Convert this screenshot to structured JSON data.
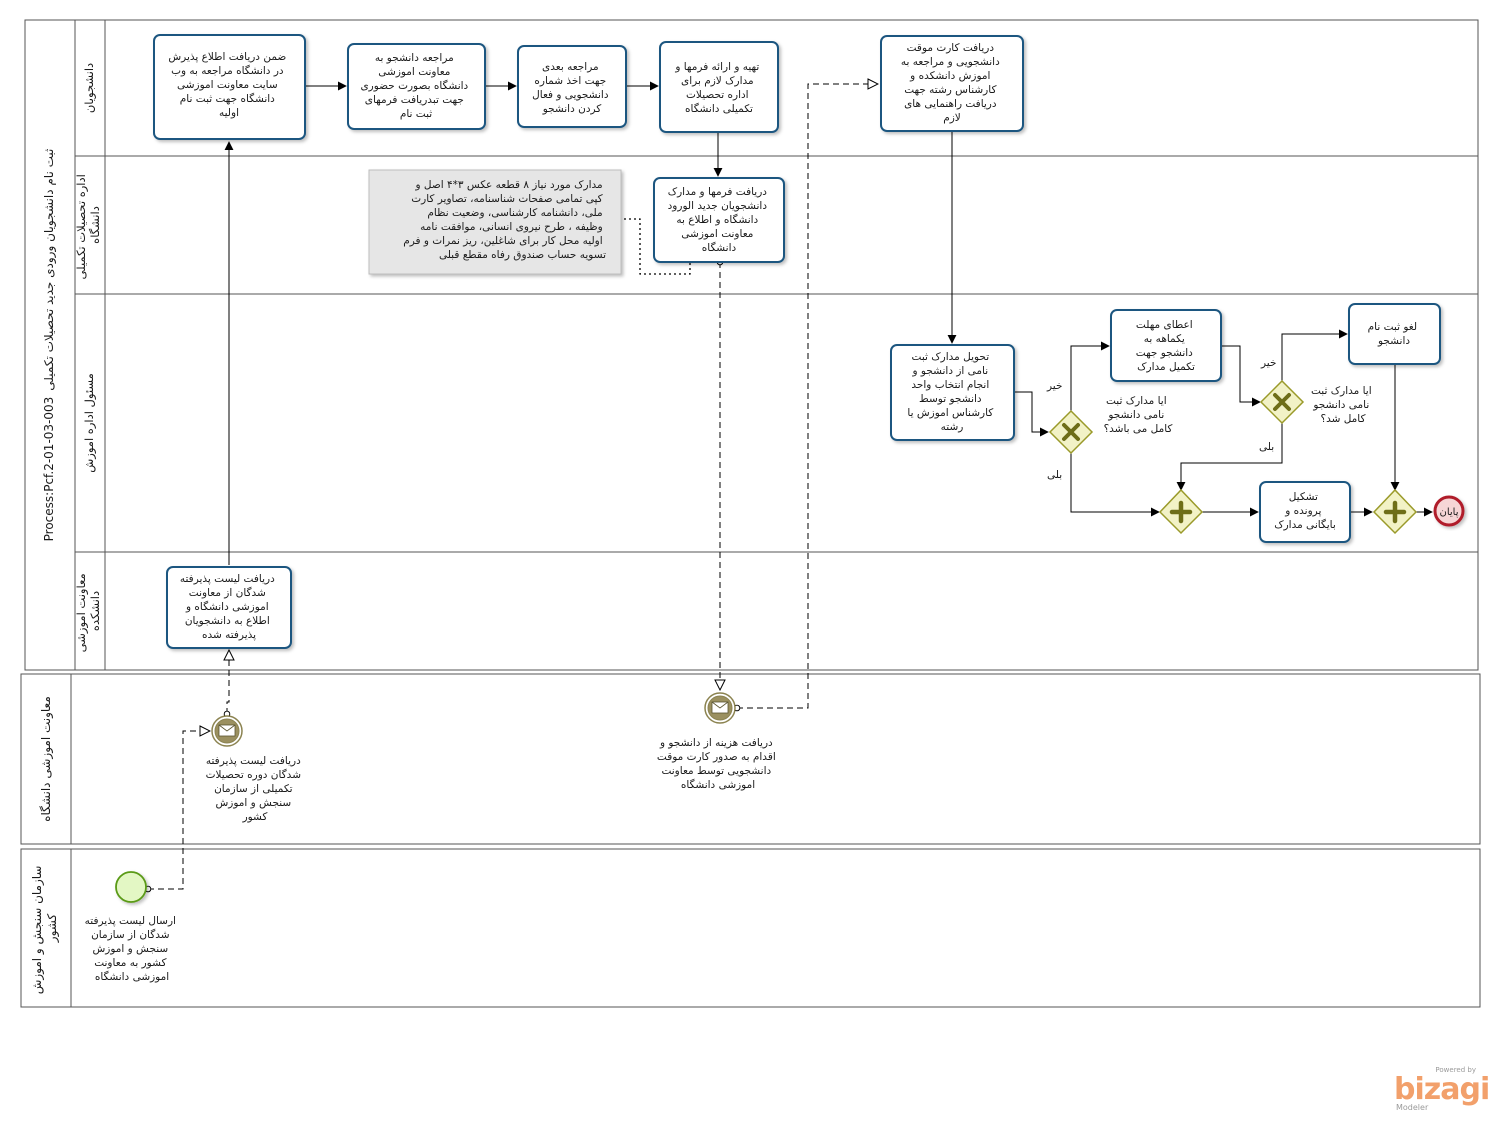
{
  "pools": {
    "main_title": "ثبت نام  دانشجویان ورودی جدید  تحصیلات تکمیلی",
    "main_code": "Process:Pcf.2-01-03-003",
    "pool2": "معاونت اموزشی دانشگاه",
    "pool3_line1": "سازمان سنجش و اموزش",
    "pool3_line2": "کشور"
  },
  "lanes": {
    "l1": "دانشجویان",
    "l2_line1": "اداره تحصیلات تکمیلی",
    "l2_line2": "دانشگاه",
    "l3": "مسئول اداره اموزش",
    "l4_line1": "معاونت اموزشی",
    "l4_line2": "دانشکده"
  },
  "tasks": {
    "t1": [
      "ضمن دریافت اطلاع پذیرش",
      "در دانشگاه مراجعه به وب",
      "سایت معاونت اموزشی",
      "دانشگاه  جهت ثبت نام",
      "اولیه"
    ],
    "t2": [
      "مراجعه دانشجو به",
      "معاونت اموزشی",
      "دانشگاه بصورت حضوری",
      "جهت تبدریافت فرمهای",
      "ثبت نام"
    ],
    "t3": [
      "مراجعه بعدی",
      "جهت اخذ شماره",
      "دانشجویی و فعال",
      "کردن دانشجو"
    ],
    "t4": [
      "تهیه و ارائه فرمها و",
      "مدارک لازم برای",
      "اداره تحصیلات",
      "تکمیلی دانشگاه"
    ],
    "t5": [
      "دریافت کارت موقت",
      "دانشجویی و مراجعه به",
      "اموزش دانشکده و",
      "کارشناس رشته جهت",
      "دریافت راهنمایی های",
      "لازم"
    ],
    "t6": [
      "دریافت فرمها و مدارک",
      "دانشجویان جدید الورود",
      "دانشگاه و اطلاع به",
      "معاونت اموزشی",
      "دانشگاه"
    ],
    "t7": [
      "تحویل  مدارک ثبت",
      "نامی از دانشجو و",
      "انجام انتخاب واحد",
      "دانشجو توسط",
      "کارشناس اموزش یا",
      "رشته"
    ],
    "t8": [
      "اعطای مهلت",
      "یکماهه به",
      "دانشجو جهت",
      "تکمیل مدارک"
    ],
    "t9": [
      "لغو ثبت نام",
      "دانشجو"
    ],
    "t10": [
      "تشکیل",
      "پرونده  و",
      "بایگانی مدارک"
    ],
    "t11": [
      "دریافت لیست پذیرفته",
      "شدگان از معاونت",
      "اموزشی دانشگاه و",
      "اطلاع به دانشجویان",
      "پذیرفته شده"
    ]
  },
  "annotation": [
    "مدارک مورد نیاز ۸ قطعه عکس ۳*۴ اصل و",
    "کپی تمامی صفحات شناسنامه، تصاویر کارت",
    "ملی، دانشنامه کارشناسی، وضعیت نظام",
    "وظیفه ، طرح نیروی انسانی، موافقت  نامه",
    "اولیه محل کار برای شاغلین، ریز نمرات و فرم",
    "تسویه حساب صندوق رفاه مقطع قبلی"
  ],
  "gateways": {
    "g1_question": [
      "ایا مدارک ثبت",
      "نامی  دانشجو",
      "کامل می باشد؟"
    ],
    "g2_question": [
      "ایا مدارک ثبت",
      "نامی دانشجو",
      "کامل شد؟"
    ],
    "no": "خیر",
    "yes": "بلی"
  },
  "events": {
    "end": "پایان",
    "msg1": [
      "دریافت لیست پذیرفته",
      "شدگان دوره تحصیلات",
      "تکمیلی از سازمان",
      "سنجش و اموزش",
      "کشور"
    ],
    "msg2": [
      "دریافت هزینه از دانشجو و",
      "اقدام به صدور کارت موقت",
      "دانشجویی توسط معاونت",
      "اموزشی دانشگاه"
    ],
    "start": [
      "ارسال لیست پذیرفته",
      "شدگان از سازمان",
      "سنجش و اموزش",
      "کشور به معاونت",
      "اموزشی دانشگاه"
    ]
  },
  "brand": {
    "powered": "Powered by",
    "name": "bizagi",
    "sub": "Modeler"
  },
  "colors": {
    "task_border": "#1d5780",
    "gateway_fill": "#f2f2c6",
    "start_fill": "#e3f7c4",
    "end_fill": "#f6d6d6",
    "msg_event_fill": "#9b9060"
  }
}
